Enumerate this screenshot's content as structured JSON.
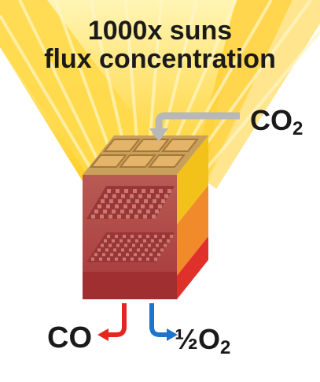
{
  "title": {
    "line1": "1000x suns",
    "line2": "flux concentration"
  },
  "labels": {
    "co2_main": "CO",
    "co2_sub": "2",
    "co": "CO",
    "o2_prefix": "½O",
    "o2_sub": "2"
  },
  "colors": {
    "sun_ray": "#ffd23a",
    "sun_ray_light": "#fff2a8",
    "reactor_front": "#b04a4a",
    "reactor_right_top": "#f2c21a",
    "reactor_right_mid": "#f08a2a",
    "reactor_right_bottom": "#e0302a",
    "co2_arrow": "#b8b8b8",
    "co_arrow": "#e3261f",
    "o2_arrow": "#1f74c9"
  }
}
